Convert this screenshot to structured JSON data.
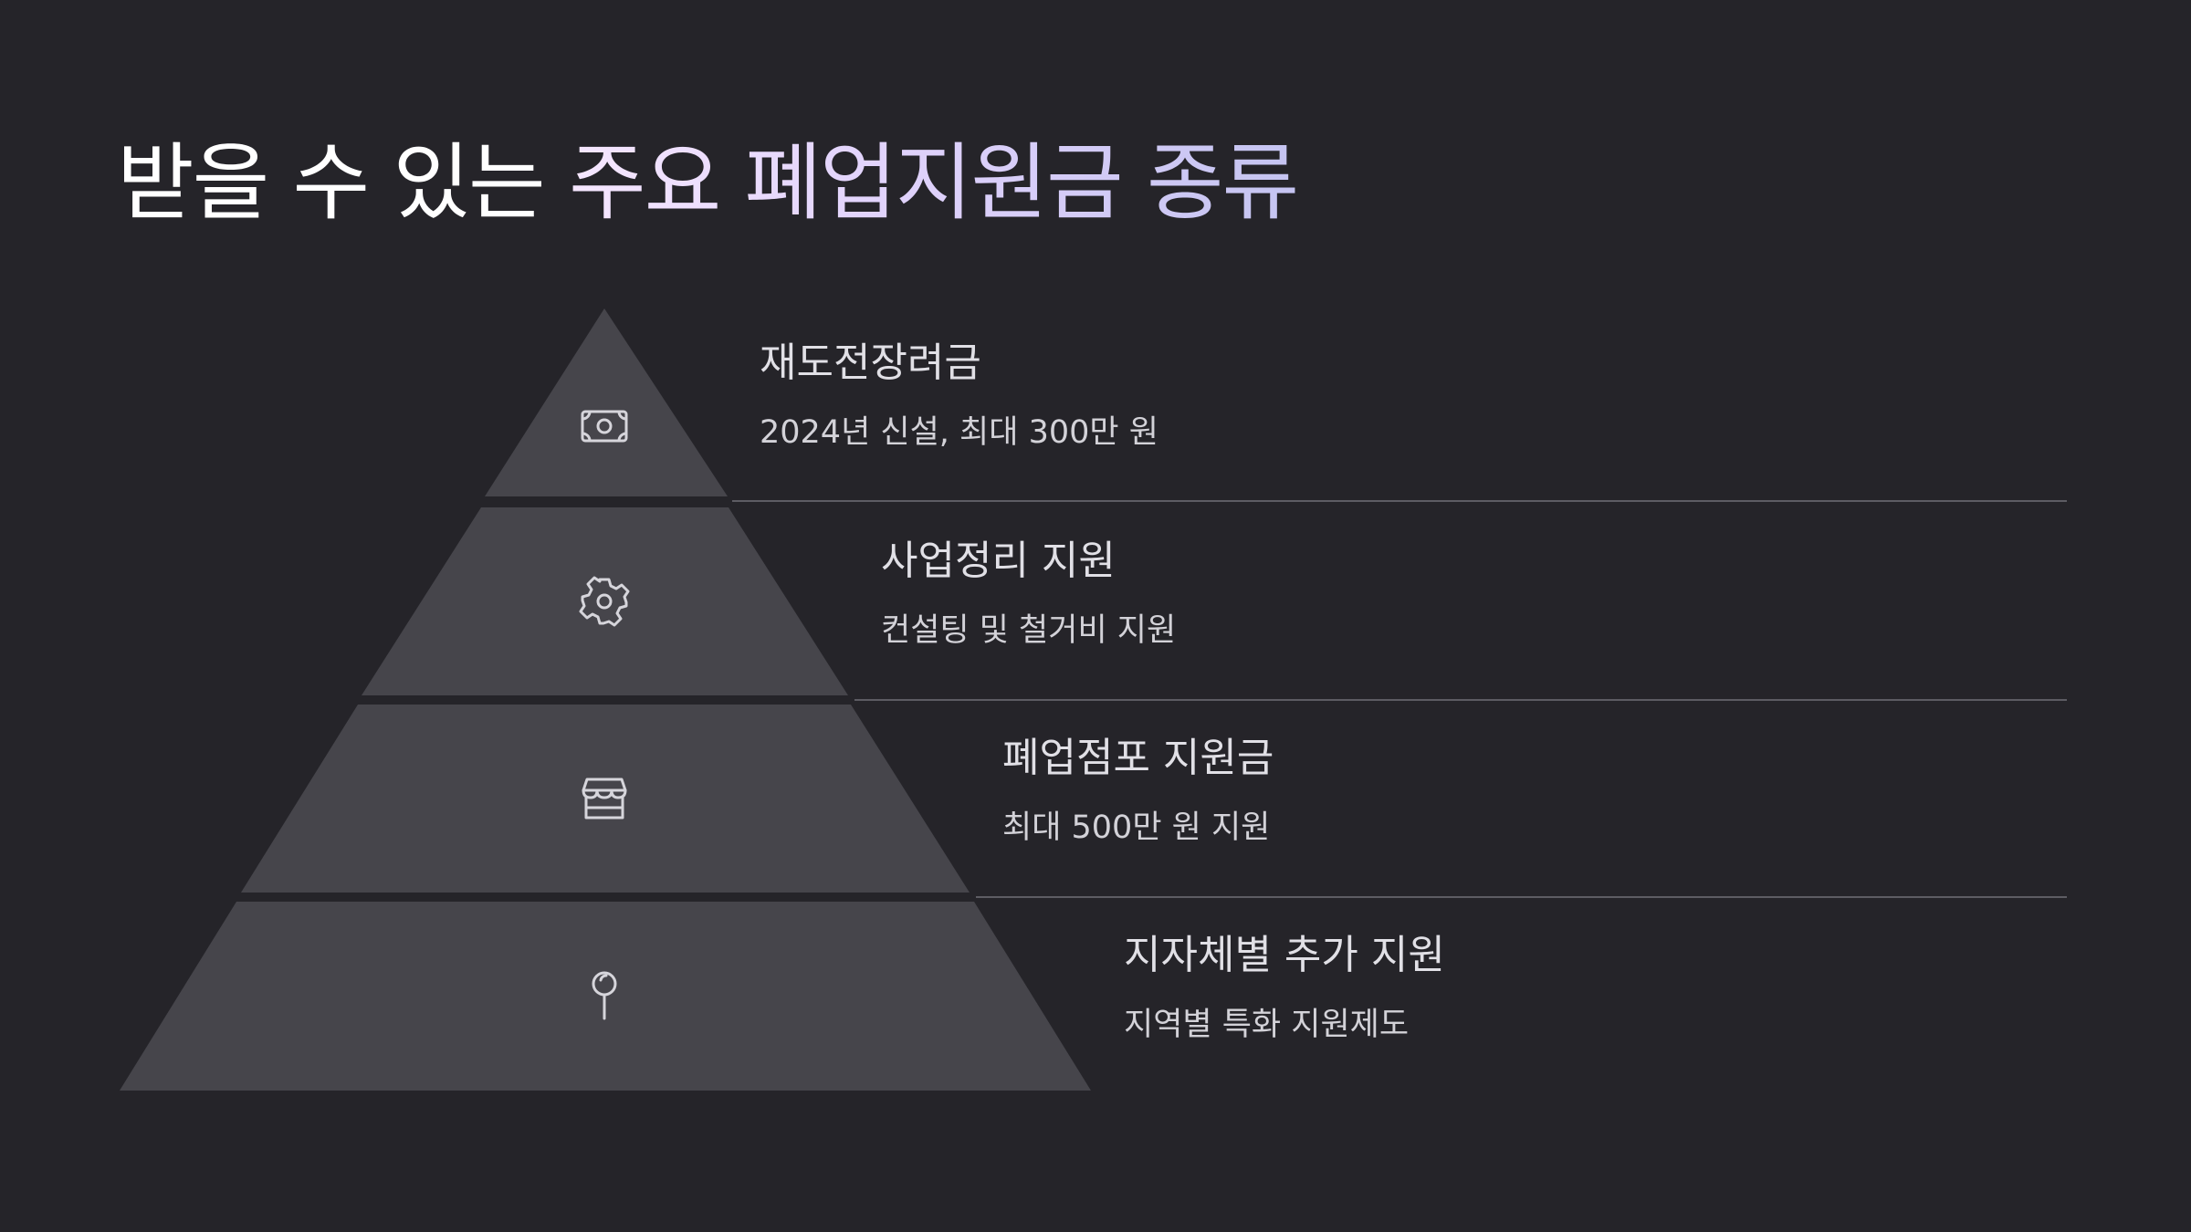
{
  "title": {
    "plain": "받을 수 있는 ",
    "highlight": "주요 폐업지원금 종류"
  },
  "colors": {
    "background": "#252429",
    "tier_fill": "#46454b",
    "divider": "#5d5c63",
    "title_gradient": [
      "#f6e7ff",
      "#e0d2fb",
      "#c5c4f1"
    ]
  },
  "tiers": [
    {
      "icon": "money-icon",
      "title": "재도전장려금",
      "description": "2024년 신설, 최대 300만 원"
    },
    {
      "icon": "gear-icon",
      "title": "사업정리 지원",
      "description": "컨설팅 및 철거비 지원"
    },
    {
      "icon": "store-icon",
      "title": "폐업점포 지원금",
      "description": "최대 500만 원 지원"
    },
    {
      "icon": "pin-icon",
      "title": "지자체별 추가 지원",
      "description": "지역별 특화 지원제도"
    }
  ]
}
